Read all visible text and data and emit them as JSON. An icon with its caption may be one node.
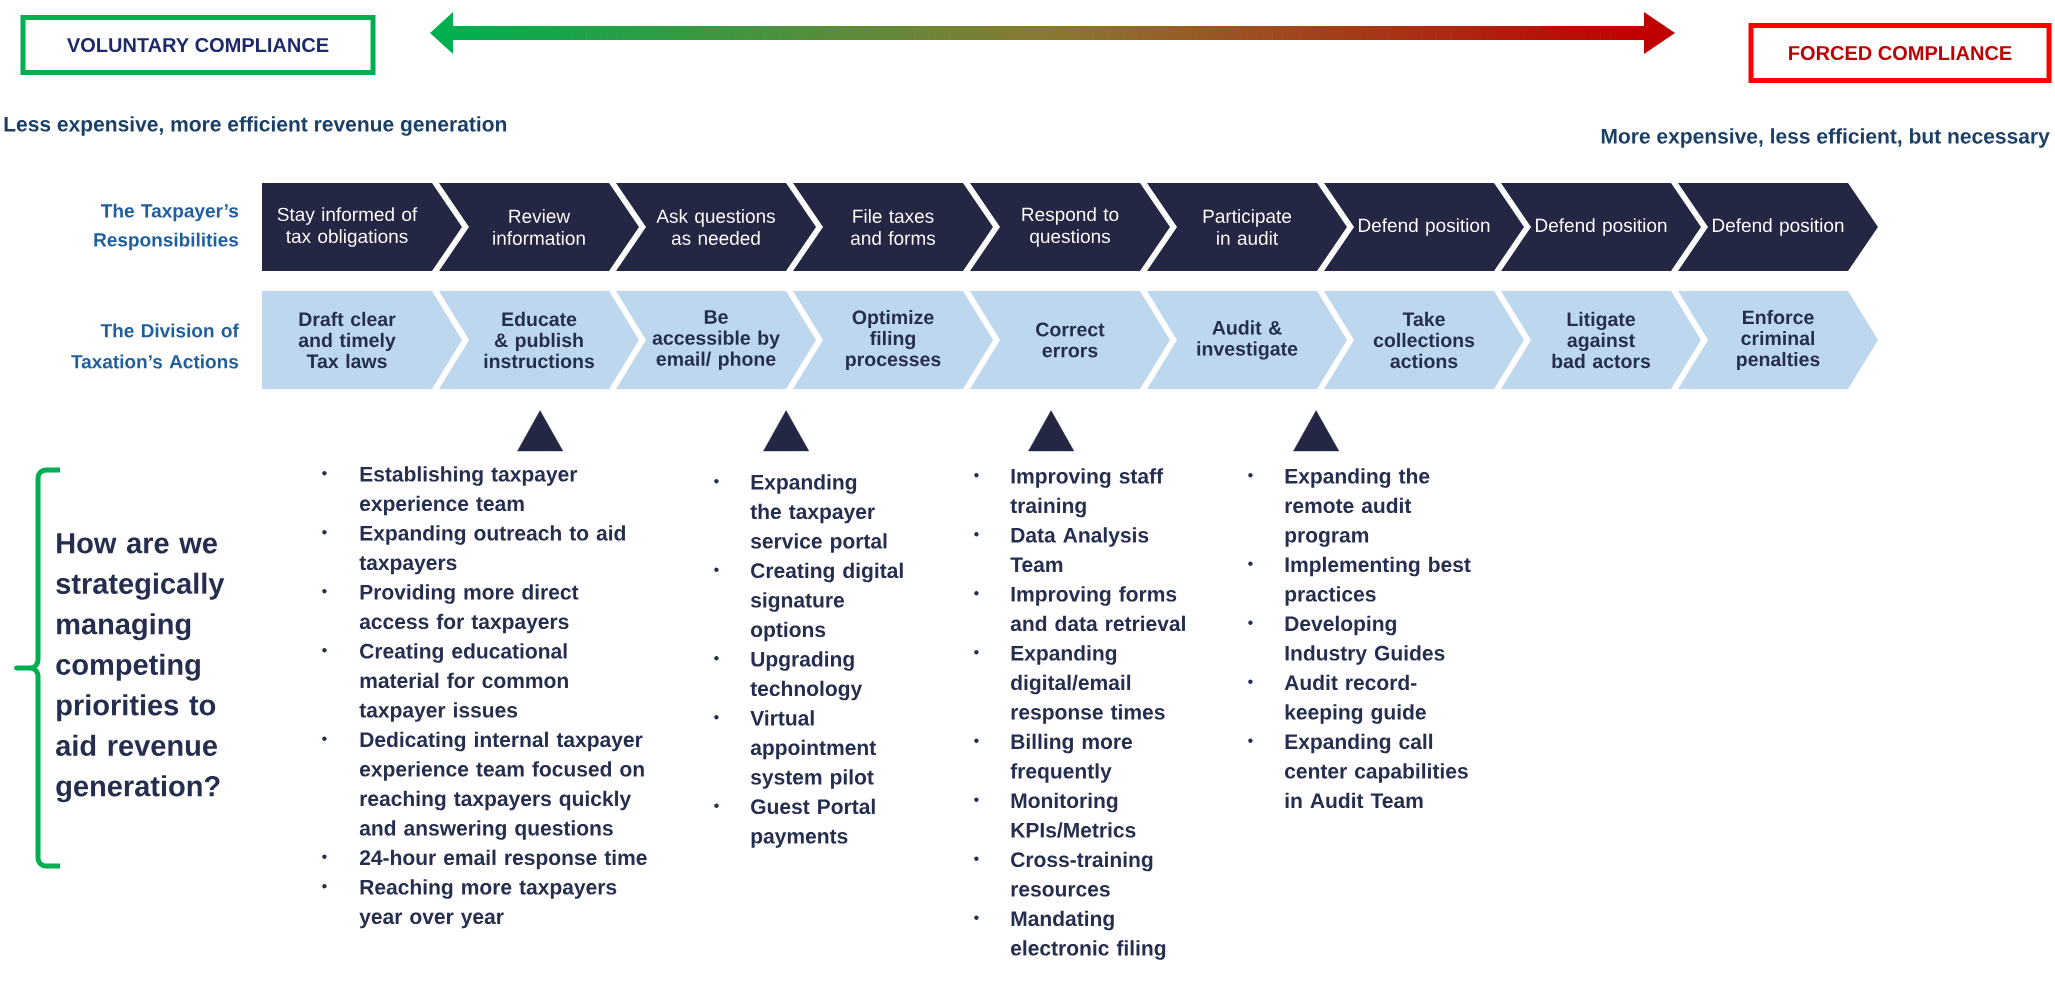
{
  "diagram": {
    "nodes": [
      {
        "text": [
          "VOLUNTARY COMPLIANCE"
        ]
      },
      {
        "text": [
          "FORCED COMPLIANCE"
        ]
      },
      {
        "text": [
          "Stay informed of tax obligations"
        ]
      },
      {
        "text": [
          "Review information"
        ]
      },
      {
        "text": [
          "Ask questions as needed"
        ]
      },
      {
        "text": [
          "File taxes and forms"
        ]
      },
      {
        "text": [
          "Respond to questions"
        ]
      },
      {
        "text": [
          "Participate in audit"
        ]
      },
      {
        "text": [
          "Defend position"
        ]
      },
      {
        "text": [
          "Defend position"
        ]
      },
      {
        "text": [
          "Defend position"
        ]
      },
      {
        "text": [
          "Draft clear and timely Tax laws"
        ]
      },
      {
        "text": [
          "Educate & publish instructions"
        ]
      },
      {
        "text": [
          "Be accessible by email/ phone"
        ]
      },
      {
        "text": [
          "Optimize filing processes"
        ]
      },
      {
        "text": [
          "Correct errors"
        ]
      },
      {
        "text": [
          "Audit & investigate"
        ]
      },
      {
        "text": [
          "Take collections actions"
        ]
      },
      {
        "text": [
          "Litigate against bad actors"
        ]
      },
      {
        "text": [
          "Enforce criminal penalties"
        ]
      },
      {
        "text": [
          "Establishing taxpayer experience team",
          "Expanding outreach to aid taxpayers",
          "Providing more direct access for taxpayers",
          "Creating educational material for common taxpayer issues",
          "Dedicating internal taxpayer experience team focused on reaching taxpayers quickly and answering questions",
          "24-hour email response time",
          "Reaching more taxpayers year over year"
        ]
      },
      {
        "text": [
          "Expanding the taxpayer service portal",
          "Creating digital signature options",
          "Upgrading technology",
          "Virtual appointment system pilot",
          "Guest Portal payments"
        ]
      },
      {
        "text": [
          "Improving staff training",
          "Data Analysis Team",
          "Improving forms and data retrieval",
          "Expanding digital/email response times",
          "Billing more frequently",
          "Monitoring KPIs/Metrics",
          "Cross-training resources",
          "Mandating electronic filing"
        ]
      },
      {
        "text": [
          "Expanding the remote audit program",
          "Implementing best practices",
          "Developing Industry Guides",
          "Audit record-keeping guide",
          "Expanding call center capabilities in Audit Team"
        ]
      }
    ],
    "edges": [
      {
        "from": 20,
        "to": 12,
        "arrow": "to"
      },
      {
        "from": 21,
        "to": 13,
        "arrow": "to"
      },
      {
        "from": 22,
        "to": 15,
        "arrow": "to"
      },
      {
        "from": 23,
        "to": 16,
        "arrow": "to"
      }
    ],
    "labels": [
      "Less expensive, more efficient revenue generation",
      "More expensive, less efficient, but necessary",
      "The Taxpayer’s Responsibilities",
      "The Division of Taxation’s Actions",
      "How are we strategically managing competing priorities to aid revenue generation?"
    ]
  }
}
